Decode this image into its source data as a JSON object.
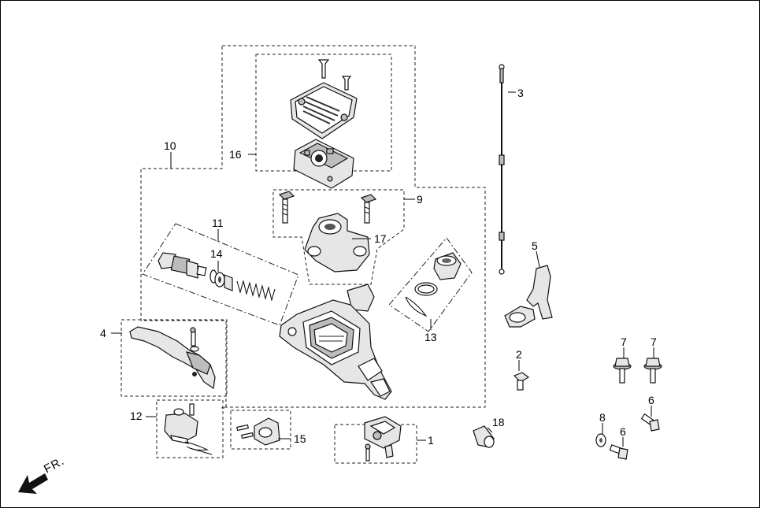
{
  "diagram": {
    "direction_label": "FR.",
    "callouts": {
      "c1": "1",
      "c2": "2",
      "c3": "3",
      "c4": "4",
      "c5": "5",
      "c6a": "6",
      "c6b": "6",
      "c7a": "7",
      "c7b": "7",
      "c8": "8",
      "c9": "9",
      "c10": "10",
      "c11": "11",
      "c12": "12",
      "c13": "13",
      "c14": "14",
      "c15": "15",
      "c16": "16",
      "c17": "17",
      "c18": "18"
    },
    "colors": {
      "line": "#000000",
      "part_fill": "#e6e6e6",
      "background": "#ffffff"
    }
  }
}
